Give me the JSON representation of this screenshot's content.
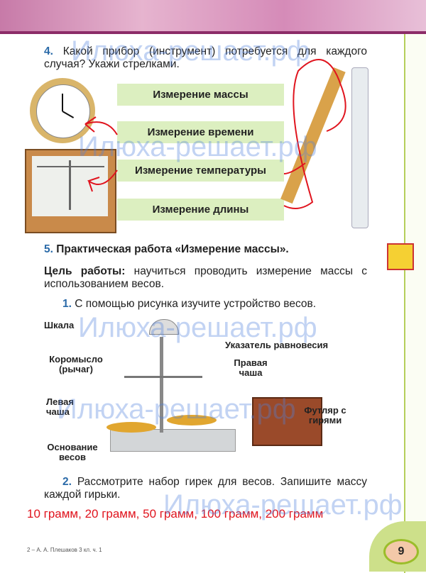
{
  "task4": {
    "number": "4.",
    "question": "Какой прибор (инструмент) потребуется для каждого случая? Укажи стрелками.",
    "labels": [
      "Измерение массы",
      "Измерение времени",
      "Измерение температуры",
      "Измерение длины"
    ]
  },
  "task5": {
    "number": "5.",
    "title": "Практическая работа «Измерение массы».",
    "goal_label": "Цель работы:",
    "goal_text": " научиться проводить измерение массы с использованием весов.",
    "step1_num": "1.",
    "step1": " С помощью рисунка изучите устройство весов.",
    "diagram": {
      "scale": "Шкала",
      "pointer": "Указатель равновесия",
      "beam": "Коромысло (рычаг)",
      "right_pan": "Правая чаша",
      "left_pan": "Левая чаша",
      "case": "Футляр с гирями",
      "base": "Основание весов"
    },
    "step2_num": "2.",
    "step2": " Рассмотрите набор гирек для весов. Запишите массу каждой гирьки.",
    "answer": "10 грамм, 20 грамм, 50 грамм, 100 грамм, 200 грамм"
  },
  "footer": {
    "credit": "2 – А. А. Плешаков 3 кл. ч. 1",
    "page": "9"
  },
  "watermark": "Илюха-решает.рф"
}
